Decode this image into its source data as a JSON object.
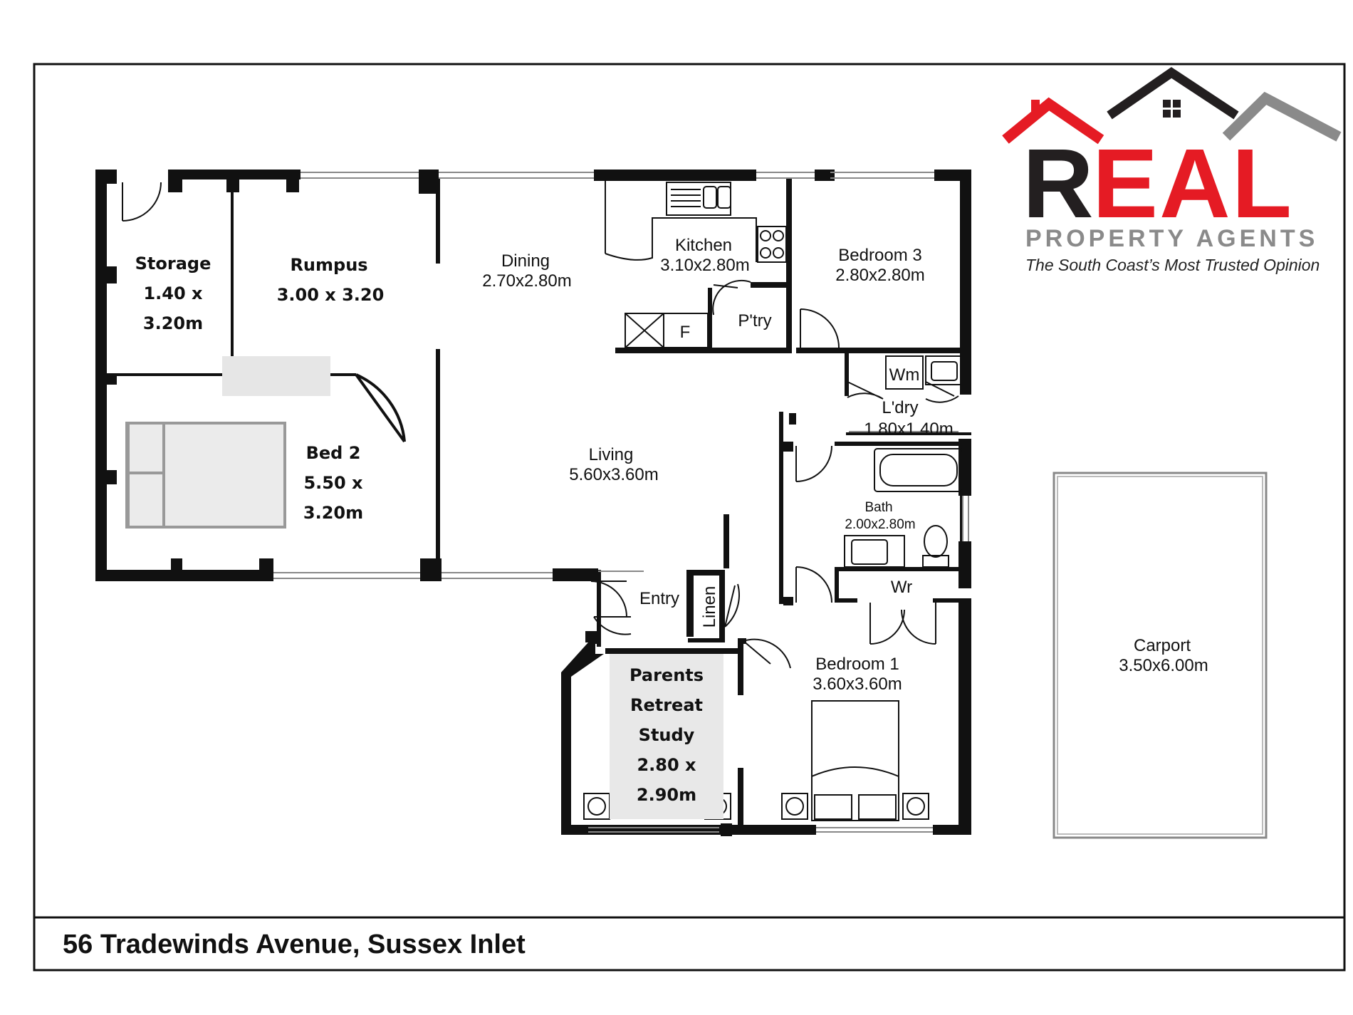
{
  "address": "56 Tradewinds Avenue, Sussex Inlet",
  "brand": {
    "letter_r": "R",
    "letters_eal": "EAL",
    "subtitle": "PROPERTY AGENTS",
    "tagline": "The South Coast’s Most Trusted Opinion",
    "colors": {
      "red": "#e51b24",
      "dark": "#231f20",
      "grey": "#8a8a8a"
    }
  },
  "rooms": {
    "storage": {
      "name": "Storage",
      "dim1": "1.40 x",
      "dim2": "3.20m"
    },
    "rumpus": {
      "name": "Rumpus",
      "dim": "3.00 x 3.20"
    },
    "dining": {
      "name": "Dining",
      "dim": "2.70x2.80m"
    },
    "kitchen": {
      "name": "Kitchen",
      "dim": "3.10x2.80m"
    },
    "bedroom3": {
      "name": "Bedroom 3",
      "dim": "2.80x2.80m"
    },
    "pantry": {
      "name": "P'try"
    },
    "fridge": {
      "name": "F"
    },
    "washer": {
      "name": "Wm"
    },
    "laundry": {
      "name": "L'dry",
      "dim": "1.80x1.40m"
    },
    "bed2": {
      "name": "Bed 2",
      "dim1": "5.50 x",
      "dim2": "3.20m"
    },
    "living": {
      "name": "Living",
      "dim": "5.60x3.60m"
    },
    "bath": {
      "name": "Bath",
      "dim": "2.00x2.80m"
    },
    "wc": {
      "name": "Wr"
    },
    "entry": {
      "name": "Entry"
    },
    "linen": {
      "name": "Linen"
    },
    "bedroom1": {
      "name": "Bedroom 1",
      "dim": "3.60x3.60m"
    },
    "study": {
      "line1": "Parents",
      "line2": "Retreat",
      "line3": "Study",
      "dim1": "2.80 x",
      "dim2": "2.90m"
    },
    "carport": {
      "name": "Carport",
      "dim": "3.50x6.00m"
    }
  }
}
